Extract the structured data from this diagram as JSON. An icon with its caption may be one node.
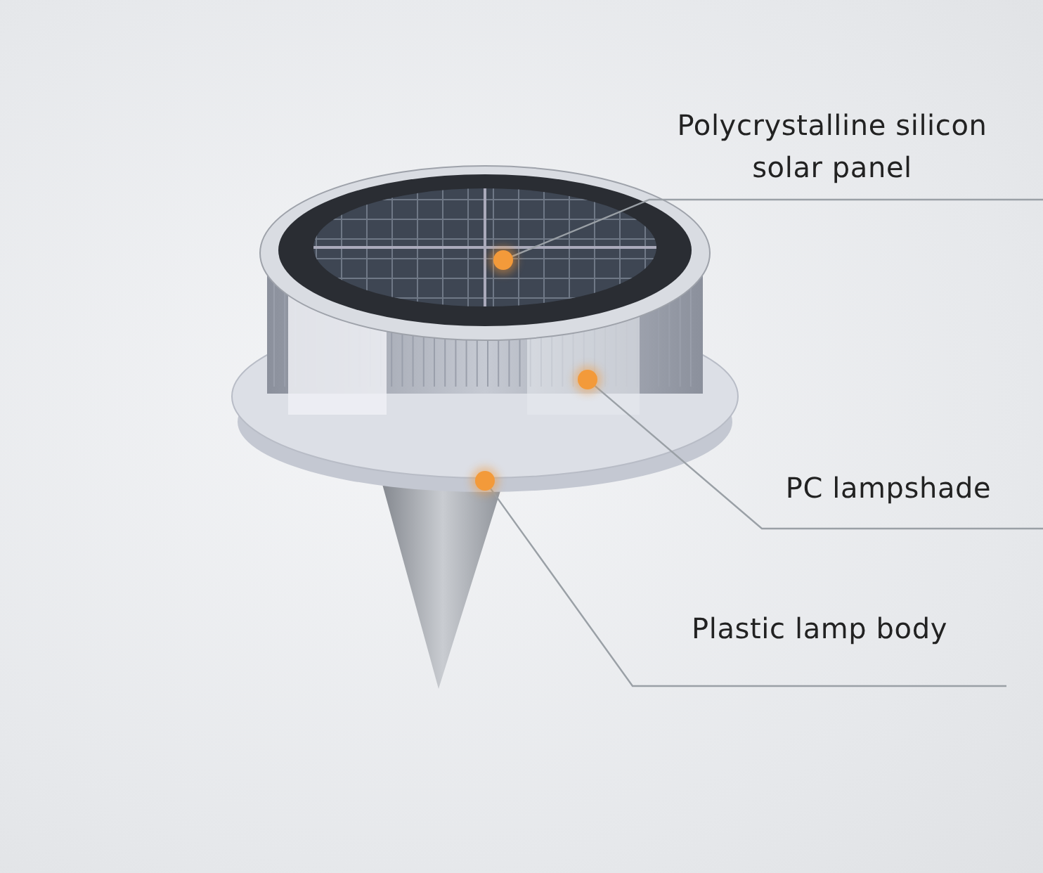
{
  "diagram": {
    "nodes": [
      {
        "text": [
          "Polycrystalline silicon solar panel"
        ]
      },
      {
        "text": [],
        "shape": "circle"
      },
      {
        "text": [
          "PC lampshade"
        ]
      },
      {
        "text": [],
        "shape": "circle"
      },
      {
        "text": [
          "Plastic lamp body"
        ]
      },
      {
        "text": [],
        "shape": "circle"
      }
    ],
    "edges": [
      {
        "from": 0,
        "to": 1,
        "arrow": "none"
      },
      {
        "from": 2,
        "to": 3,
        "arrow": "none"
      },
      {
        "from": 4,
        "to": 5,
        "arrow": "none"
      }
    ]
  }
}
